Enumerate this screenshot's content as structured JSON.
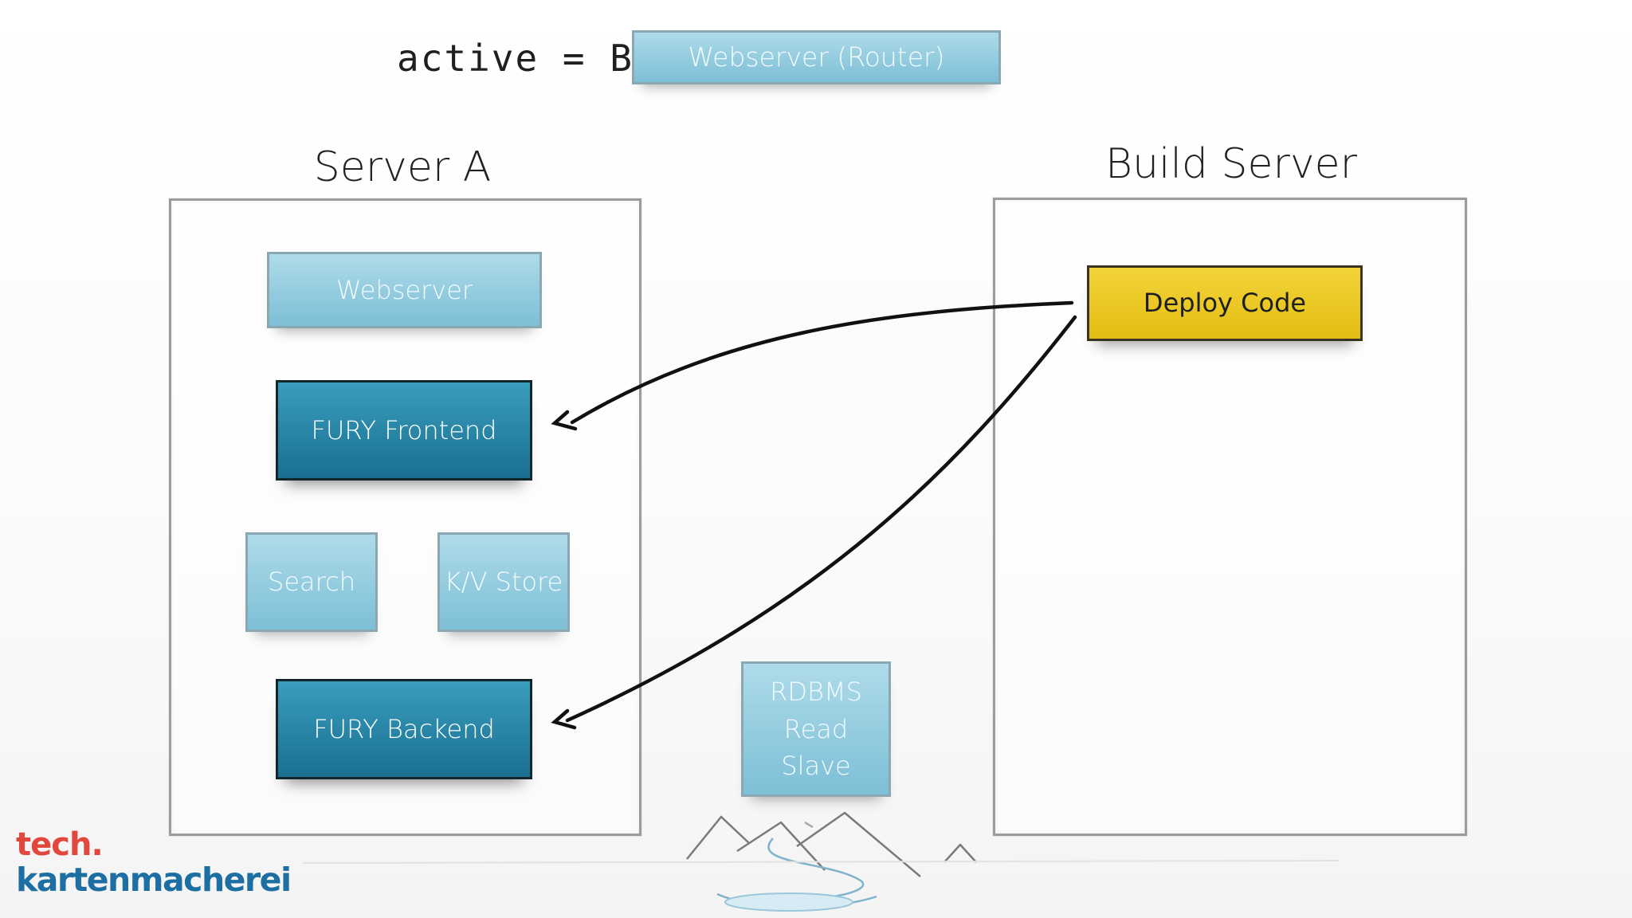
{
  "header": {
    "active_label": "active = B",
    "router_label": "Webserver (Router)"
  },
  "server_a": {
    "title": "Server A",
    "webserver": "Webserver",
    "fury_frontend": "FURY Frontend",
    "search": "Search",
    "kv_store": "K/V Store",
    "fury_backend": "FURY Backend"
  },
  "rdbms": {
    "label": "RDBMS\nRead\nSlave"
  },
  "build_server": {
    "title": "Build Server",
    "deploy_code": "Deploy Code"
  },
  "logo": {
    "line1": "tech.",
    "line2": "kartenmacherei"
  },
  "colors": {
    "light_blue": "#8ccbe0",
    "dark_blue": "#2784a6",
    "yellow": "#ecc826",
    "logo_red": "#e2473d",
    "logo_blue": "#1d6fa3"
  }
}
